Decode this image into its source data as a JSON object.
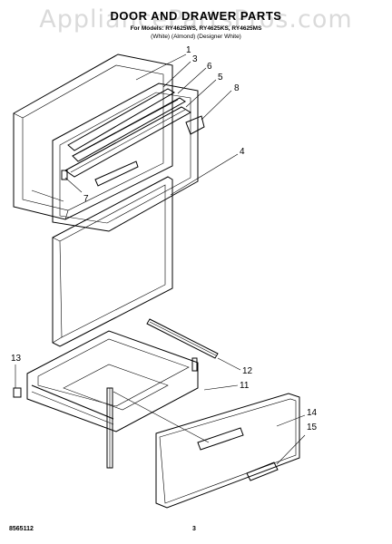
{
  "header": {
    "watermark": "AppliancePartsPros.com",
    "title": "DOOR AND DRAWER PARTS",
    "models": "For Models: RY4625WS, RY4625KS, RY4625MS",
    "colors": "(White)      (Almond)      (Designer White)"
  },
  "callouts": [
    "1",
    "3",
    "6",
    "5",
    "8",
    "4",
    "7",
    "12",
    "11",
    "13",
    "14",
    "15"
  ],
  "footer": {
    "code": "8565112",
    "page": "3"
  }
}
